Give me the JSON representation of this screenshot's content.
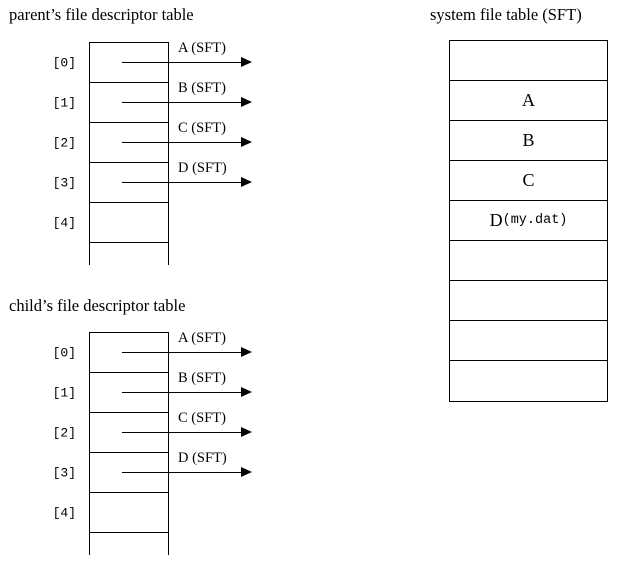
{
  "diagram": {
    "titles": {
      "parent_table": "parent’s file descriptor table",
      "child_table": "child’s file descriptor table",
      "system_file_table": "system file table (SFT)"
    },
    "colors": {
      "stroke": "#000000",
      "background": "#ffffff"
    }
  },
  "parent_fd_table": {
    "rows": [
      {
        "index": "[0]",
        "pointer_label": "A (SFT)",
        "has_pointer": true
      },
      {
        "index": "[1]",
        "pointer_label": "B (SFT)",
        "has_pointer": true
      },
      {
        "index": "[2]",
        "pointer_label": "C (SFT)",
        "has_pointer": true
      },
      {
        "index": "[3]",
        "pointer_label": "D (SFT)",
        "has_pointer": true
      },
      {
        "index": "[4]",
        "pointer_label": "",
        "has_pointer": false
      },
      {
        "index": "",
        "pointer_label": "",
        "has_pointer": false
      }
    ]
  },
  "child_fd_table": {
    "rows": [
      {
        "index": "[0]",
        "pointer_label": "A (SFT)",
        "has_pointer": true
      },
      {
        "index": "[1]",
        "pointer_label": "B (SFT)",
        "has_pointer": true
      },
      {
        "index": "[2]",
        "pointer_label": "C (SFT)",
        "has_pointer": true
      },
      {
        "index": "[3]",
        "pointer_label": "D (SFT)",
        "has_pointer": true
      },
      {
        "index": "[4]",
        "pointer_label": "",
        "has_pointer": false
      },
      {
        "index": "",
        "pointer_label": "",
        "has_pointer": false
      }
    ]
  },
  "system_file_table": {
    "rows": [
      {
        "entry": "",
        "detail": ""
      },
      {
        "entry": "A",
        "detail": ""
      },
      {
        "entry": "B",
        "detail": ""
      },
      {
        "entry": "C",
        "detail": ""
      },
      {
        "entry": "D",
        "detail": "(my.dat)"
      },
      {
        "entry": "",
        "detail": ""
      },
      {
        "entry": "",
        "detail": ""
      },
      {
        "entry": "",
        "detail": ""
      },
      {
        "entry": "",
        "detail": ""
      }
    ]
  }
}
